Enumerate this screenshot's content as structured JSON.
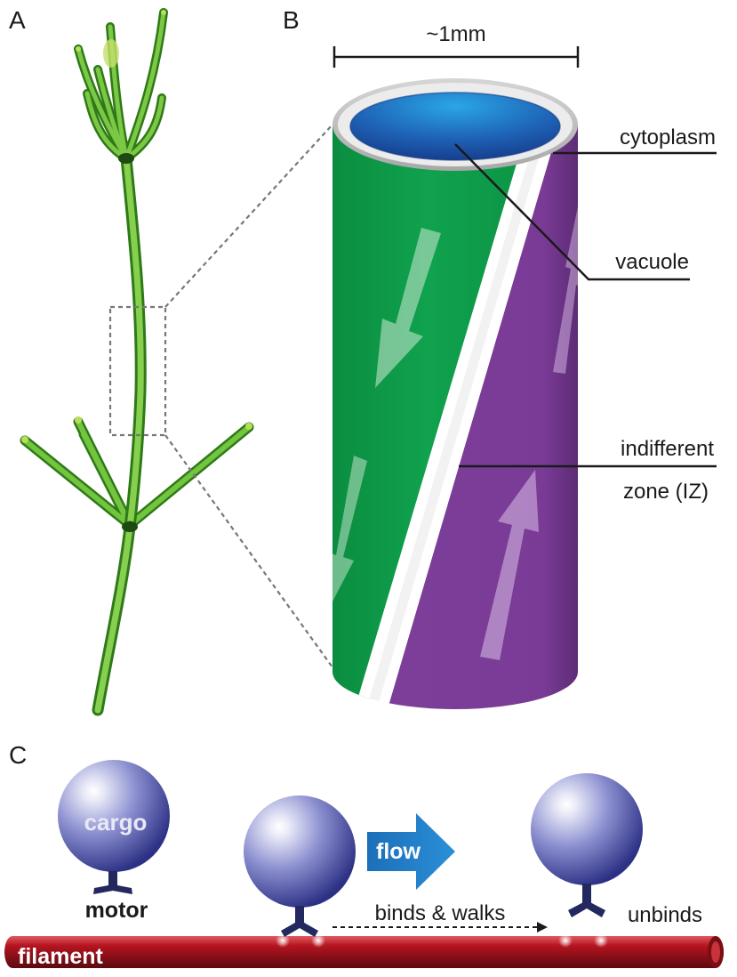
{
  "panels": {
    "a": {
      "letter": "A"
    },
    "b": {
      "letter": "B"
    },
    "c": {
      "letter": "C"
    }
  },
  "panel_b": {
    "scale_label": "~1mm",
    "labels": {
      "cytoplasm": "cytoplasm",
      "vacuole": "vacuole",
      "iz_line1": "indifferent",
      "iz_line2": "zone (IZ)"
    }
  },
  "panel_c": {
    "cargo_label": "cargo",
    "motor_label": "motor",
    "flow_label": "flow",
    "binds_label": "binds & walks",
    "unbinds_label": "unbinds",
    "filament_label": "filament"
  },
  "colors": {
    "green_stream": "#0b9a48",
    "purple_stream": "#7a3d96",
    "vacuole_blue": "#1e5fb0",
    "filament_red": "#a5121e",
    "flow_arrow": "#1f7fc9",
    "cargo_blue": "#5a5fae",
    "motor_navy": "#23285e",
    "plant_green": "#5cb82e"
  },
  "icons": {
    "cargo": "sphere",
    "motor": "y-shaped-motor",
    "flow": "right-arrow"
  }
}
